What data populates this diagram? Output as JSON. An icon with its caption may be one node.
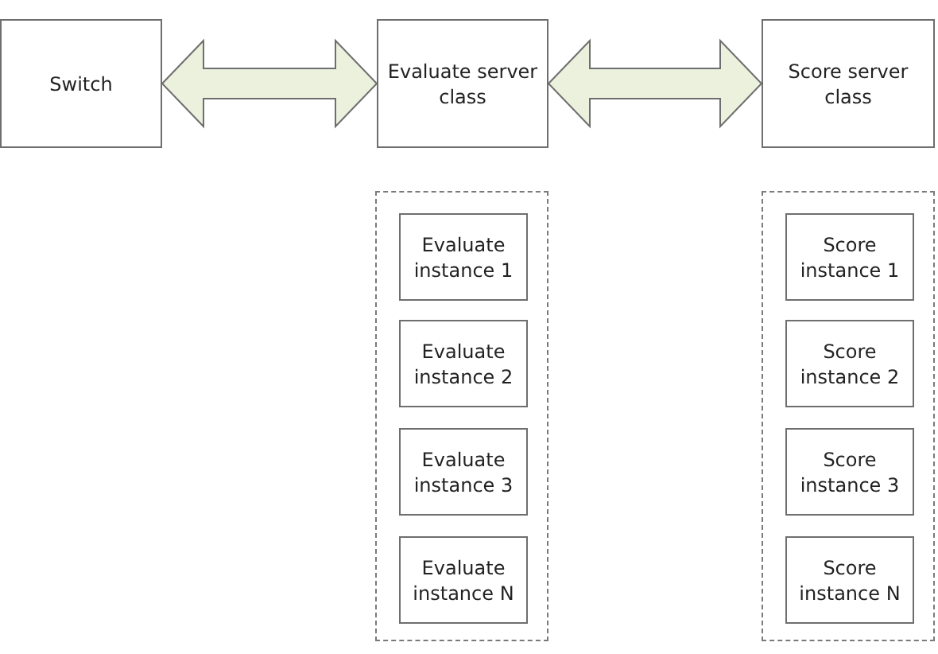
{
  "diagram": {
    "nodes": [
      {
        "text": [
          "Switch"
        ]
      },
      {
        "text": [
          "Evaluate server class"
        ]
      },
      {
        "text": [
          "Score server class"
        ]
      },
      {
        "text": [],
        "shape": "box"
      },
      {
        "text": [
          "Evaluate instance 1"
        ],
        "in": 3
      },
      {
        "text": [
          "Evaluate instance 2"
        ],
        "in": 3
      },
      {
        "text": [
          "Evaluate instance 3"
        ],
        "in": 3
      },
      {
        "text": [
          "Evaluate instance N"
        ],
        "in": 3
      },
      {
        "text": [],
        "shape": "box"
      },
      {
        "text": [
          "Score instance 1"
        ],
        "in": 8
      },
      {
        "text": [
          "Score instance 2"
        ],
        "in": 8
      },
      {
        "text": [
          "Score instance 3"
        ],
        "in": 8
      },
      {
        "text": [
          "Score instance N"
        ],
        "in": 8
      }
    ],
    "edges": [
      {
        "from": 0,
        "to": 1,
        "arrow": "both"
      },
      {
        "from": 1,
        "to": 2,
        "arrow": "both"
      }
    ]
  }
}
